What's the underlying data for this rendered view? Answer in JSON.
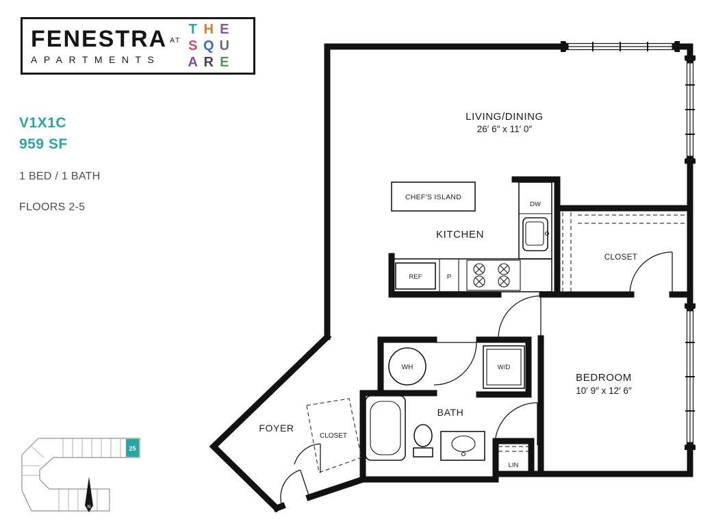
{
  "logo": {
    "name": "FENESTRA",
    "sub": "APARTMENTS",
    "at": "AT",
    "square_letters": [
      {
        "ch": "T",
        "color": "#29A5A2"
      },
      {
        "ch": "H",
        "color": "#DD7A2E"
      },
      {
        "ch": "E",
        "color": "#8A4FA8"
      },
      {
        "ch": "S",
        "color": "#D44A6A"
      },
      {
        "ch": "Q",
        "color": "#3B6EB5"
      },
      {
        "ch": "U",
        "color": "#6B6B6B"
      },
      {
        "ch": "A",
        "color": "#7B52A3"
      },
      {
        "ch": "R",
        "color": "#454545"
      },
      {
        "ch": "E",
        "color": "#4E9B4E"
      }
    ]
  },
  "unit": {
    "code": "V1X1C",
    "area": "959 SF",
    "bed_bath": "1 BED / 1 BATH",
    "floors": "FLOORS 2-5",
    "accent": "#29A5A2"
  },
  "rooms": {
    "living": {
      "name": "LIVING/DINING",
      "dims": "26′ 6″ x 11′ 0″"
    },
    "kitchen": "KITCHEN",
    "chefs_island": "CHEF'S ISLAND",
    "bedroom": {
      "name": "BEDROOM",
      "dims": "10′ 9″ x 12′ 6″"
    },
    "bath": "BATH",
    "foyer": "FOYER",
    "closet_bedroom": "CLOSET",
    "closet_foyer": "CLOSET"
  },
  "fixtures": {
    "ref": "REF",
    "pantry": "P",
    "dishwasher": "DW",
    "water_heater": "WH",
    "washer_dryer": "W/D",
    "linen": "LIN"
  },
  "site_plan": {
    "unit_number": "25",
    "north_label": "N",
    "highlight": "#29A5A2"
  }
}
